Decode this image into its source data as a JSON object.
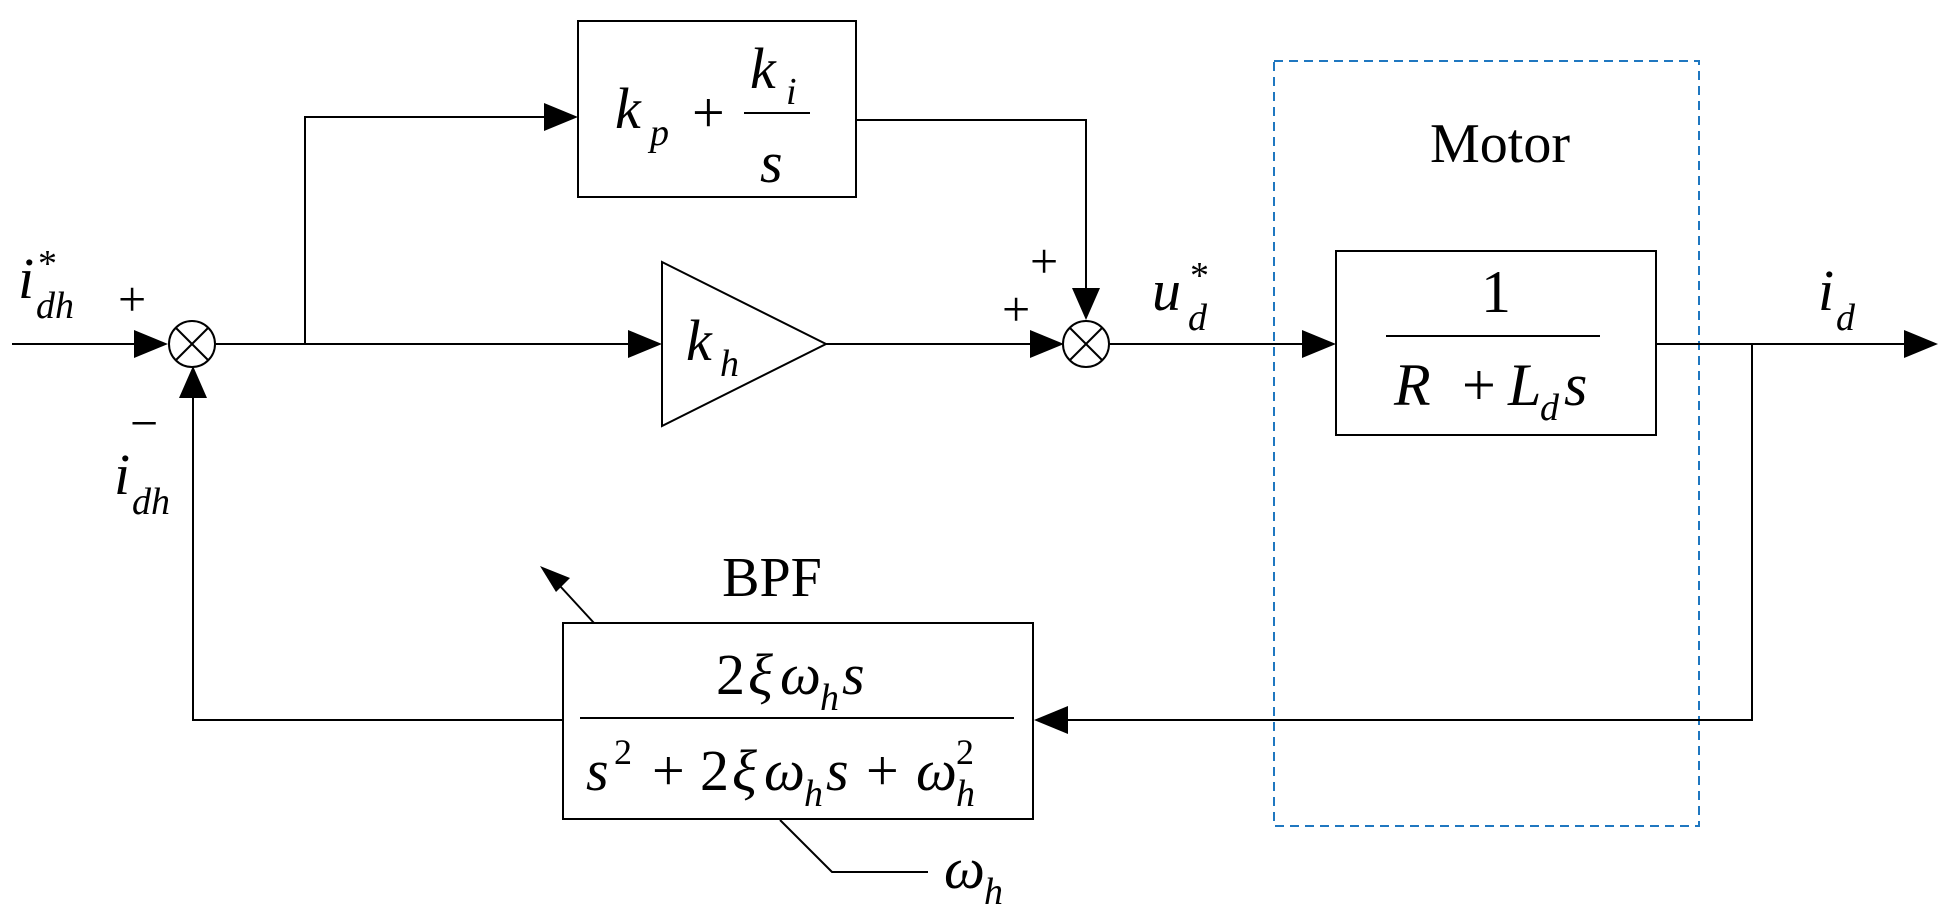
{
  "colors": {
    "line": "#000000",
    "motor_accent": "#1f77c0",
    "background": "#ffffff"
  },
  "signals": {
    "input": {
      "base": "i",
      "sub": "dh",
      "sup": "*"
    },
    "feedback": {
      "base": "i",
      "sub": "dh"
    },
    "voltage_ref": {
      "base": "u",
      "sub": "d",
      "sup": "*"
    },
    "output": {
      "base": "i",
      "sub": "d"
    },
    "center_freq": {
      "base": "ω",
      "sub": "h"
    }
  },
  "signs": {
    "sum1_in": "+",
    "sum1_fb": "−",
    "sum2_top": "+",
    "sum2_left": "+"
  },
  "pi_block": {
    "kp_base": "k",
    "kp_sub": "p",
    "plus": "+",
    "ki_base": "k",
    "ki_sub": "i",
    "den": "s"
  },
  "gain_block": {
    "base": "k",
    "sub": "h"
  },
  "motor": {
    "label": "Motor",
    "num": "1",
    "den_R": "R",
    "den_plus": "+",
    "den_L": "L",
    "den_L_sub": "d",
    "den_s": "s"
  },
  "bpf": {
    "label": "BPF",
    "num_two": "2",
    "num_xi": "ξ",
    "num_omega": "ω",
    "num_omega_sub": "h",
    "num_s": "s",
    "den_s": "s",
    "den_s_sup": "2",
    "den_plus1": "+",
    "den_two": "2",
    "den_xi": "ξ",
    "den_omega": "ω",
    "den_omega_sub": "h",
    "den_s2": "s",
    "den_plus2": "+",
    "den_omega2": "ω",
    "den_omega2_sub": "h",
    "den_omega2_sup": "2"
  }
}
